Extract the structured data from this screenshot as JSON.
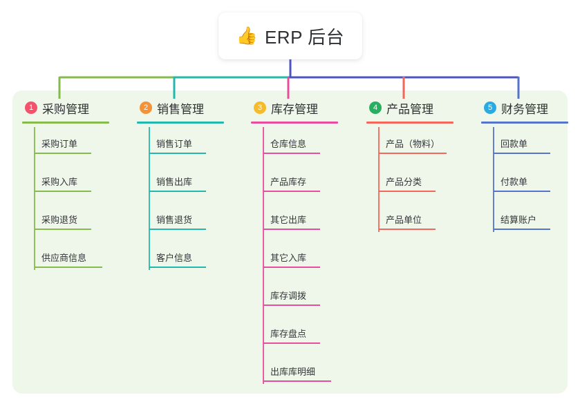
{
  "diagram": {
    "type": "mind-map",
    "root": {
      "icon": "thumbs-up-icon",
      "emoji": "👍",
      "title": "ERP 后台"
    },
    "panel_background": "#eef7e9",
    "trunk_color": "#4a55c0",
    "columns": [
      {
        "index": "1",
        "title": "采购管理",
        "badge_color": "#f4516c",
        "rule_color": "#84bb4c",
        "spine_color": "#84bb4c",
        "items": [
          {
            "label": "采购订单"
          },
          {
            "label": "采购入库"
          },
          {
            "label": "采购退货"
          },
          {
            "label": "供应商信息"
          }
        ]
      },
      {
        "index": "2",
        "title": "销售管理",
        "badge_color": "#f39237",
        "rule_color": "#23b8ab",
        "spine_color": "#23b8ab",
        "items": [
          {
            "label": "销售订单"
          },
          {
            "label": "销售出库"
          },
          {
            "label": "销售退货"
          },
          {
            "label": "客户信息"
          }
        ]
      },
      {
        "index": "3",
        "title": "库存管理",
        "badge_color": "#f6bb2a",
        "rule_color": "#e84c9c",
        "spine_color": "#e84c9c",
        "items": [
          {
            "label": "仓库信息"
          },
          {
            "label": "产品库存"
          },
          {
            "label": "其它出库"
          },
          {
            "label": "其它入库"
          },
          {
            "label": "库存调拨"
          },
          {
            "label": "库存盘点"
          },
          {
            "label": "出库库明细"
          }
        ]
      },
      {
        "index": "4",
        "title": "产品管理",
        "badge_color": "#27ae60",
        "rule_color": "#f4665c",
        "spine_color": "#f4665c",
        "items": [
          {
            "label": "产品（物料）"
          },
          {
            "label": "产品分类"
          },
          {
            "label": "产品单位"
          }
        ]
      },
      {
        "index": "5",
        "title": "财务管理",
        "badge_color": "#29abe2",
        "rule_color": "#5573c9",
        "spine_color": "#5573c9",
        "items": [
          {
            "label": "回款单"
          },
          {
            "label": "付款单"
          },
          {
            "label": "结算账户"
          }
        ]
      }
    ]
  }
}
